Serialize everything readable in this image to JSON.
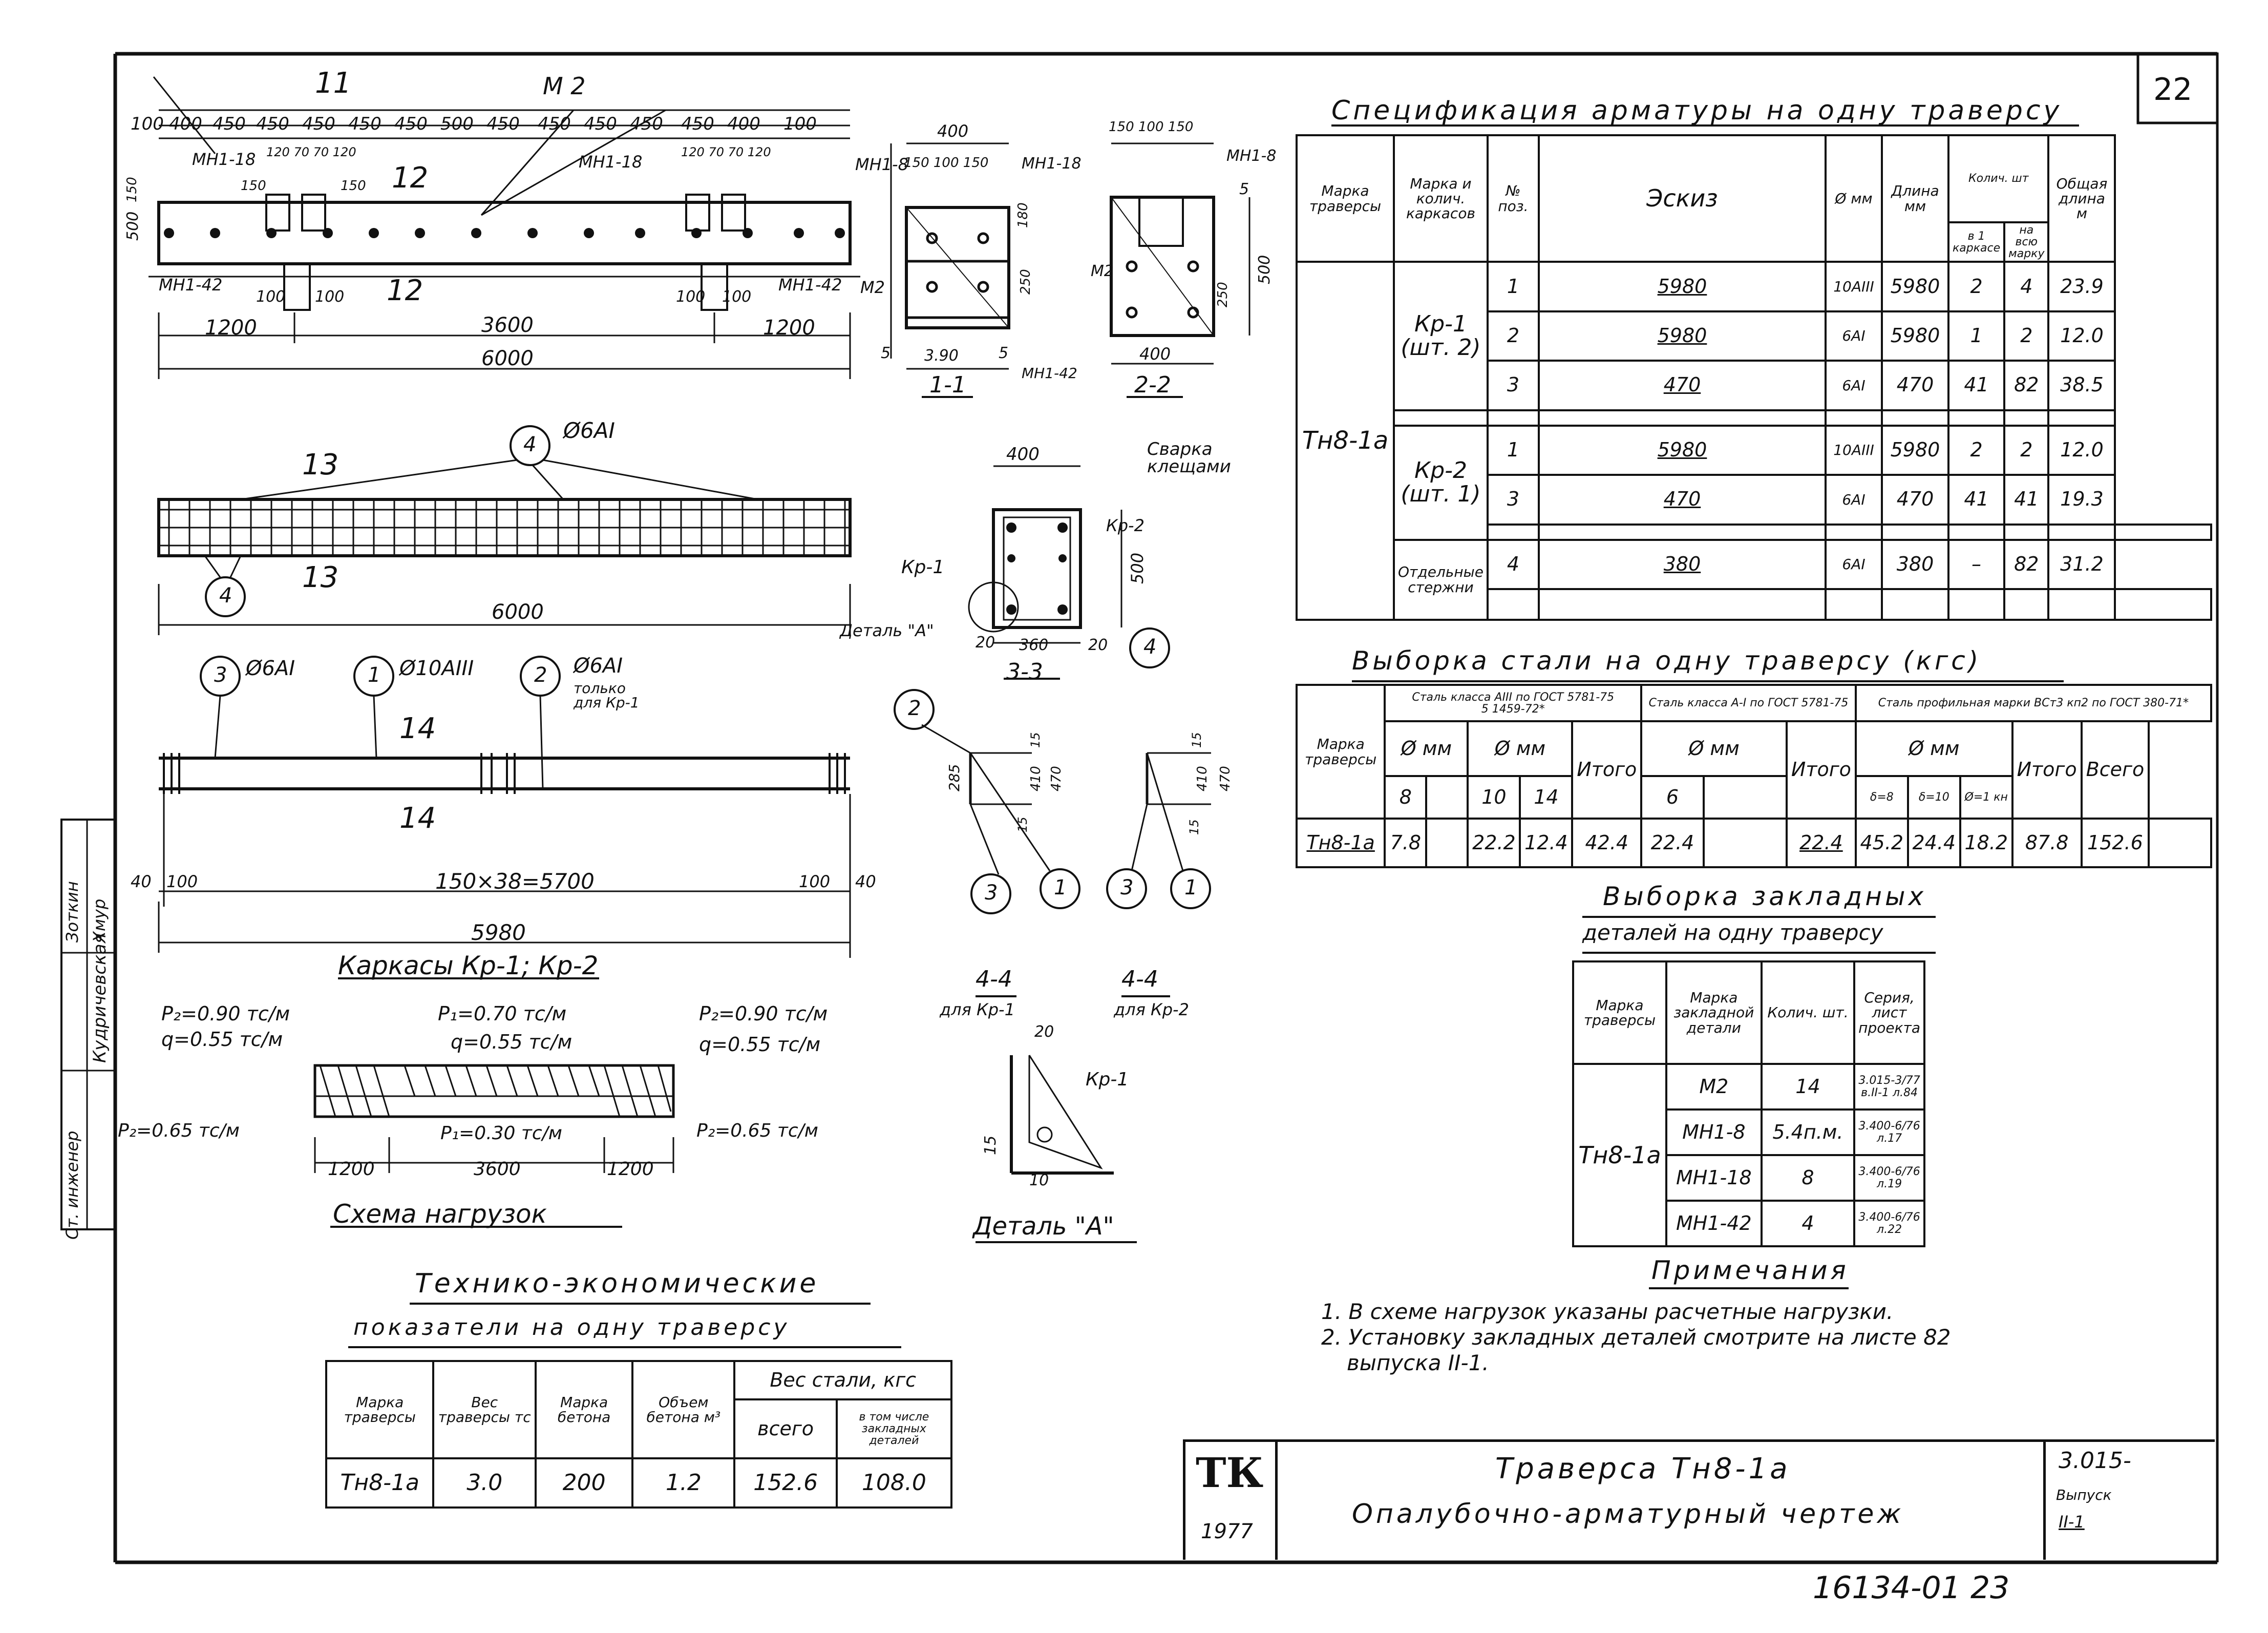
{
  "sheet": {
    "number": "22",
    "footer_code": "16134-01  23",
    "side_stamp": [
      "Ст. инженер",
      "Кудричевская",
      "Зоткин",
      "Хмур"
    ]
  },
  "beam": {
    "dim_top": [
      "100",
      "400",
      "450",
      "450",
      "450",
      "450",
      "450",
      "500",
      "450",
      "450",
      "450",
      "450",
      "450",
      "400",
      "100"
    ],
    "sec_11": "11",
    "sec_12": "12",
    "sec_13": "13",
    "sec_14": "14",
    "m2": "М 2",
    "mh18_a": "МН1-18",
    "mh18_b": "МН1-18",
    "mh8": "МН1-8",
    "mh42_a": "МН1-42",
    "mh42_b": "МН1-42",
    "m2_right": "М2",
    "d150a": "150",
    "d150b": "150",
    "d120": "120 70 70 120",
    "d120b": "120 70 70 120",
    "d100a": "100",
    "d100b": "100",
    "d100c": "100",
    "d100d": "100",
    "d500": "500",
    "d150s": "150",
    "d1200a": "1200",
    "d3600": "3600",
    "d1200b": "1200",
    "d6000": "6000"
  },
  "section11": {
    "title": "1-1",
    "d400": "400",
    "d150": "150 100 150",
    "mh18": "МН1-18",
    "m2": "М2",
    "d180": "180",
    "d250": "250",
    "d5a": "5",
    "d5b": "5",
    "d390": "3.90",
    "mh42": "МН1-42"
  },
  "section22": {
    "title": "2-2",
    "d150": "150 100 150",
    "mh8": "МН1-8",
    "d5": "5",
    "m2": "М2",
    "d500": "500",
    "d250": "250",
    "d400": "400"
  },
  "cage13": {
    "sec": "13",
    "sec_b": "13",
    "pos4": "4",
    "pos4b": "4",
    "rebar": "Ø6АI",
    "length": "6000"
  },
  "section33": {
    "title": "3-3",
    "d400": "400",
    "weld": "Сварка клещами",
    "kp2": "Кр-2",
    "kp1": "Кр-1",
    "detail": "Деталь \"А\"",
    "d500": "500",
    "d20a": "20",
    "d360": "360",
    "d20b": "20",
    "pos4": "4"
  },
  "cage14": {
    "pos3": "3",
    "pos3_label": "Ø6АI",
    "pos1": "1",
    "pos1_label": "Ø10АIII",
    "pos2": "2",
    "pos2_label": "Ø6АI",
    "pos2_note": "только для Кр-1",
    "sec": "14",
    "sec_b": "14",
    "d40a": "40",
    "d100a": "100",
    "d_mid": "150×38=5700",
    "d100b": "100",
    "d40b": "40",
    "length": "5980",
    "title": "Каркасы Кр-1; Кр-2"
  },
  "section44": {
    "left_title": "4-4",
    "left_sub": "для Кр-1",
    "right_title": "4-4",
    "right_sub": "для Кр-2",
    "p2": "2",
    "p3a": "3",
    "p1a": "1",
    "p3b": "3",
    "p1b": "1",
    "d285": "285",
    "d410a": "410",
    "d470a": "470",
    "d15a": "15",
    "d15b": "15",
    "d410b": "410",
    "d470b": "470",
    "d15c": "15",
    "d15d": "15"
  },
  "detailA": {
    "d20": "20",
    "kp1": "Кр-1",
    "d15": "15",
    "d10": "10",
    "title": "Деталь \"А\""
  },
  "loads": {
    "p2_left": "P₂=0.90 тс/м",
    "q_left": "q=0.55 тс/м",
    "p1_top": "P₁=0.70 тс/м",
    "q_mid": "q=0.55 тс/м",
    "p2_right": "P₂=0.90 тс/м",
    "q_right": "q=0.55 тс/м",
    "p2_left_bot": "P₂=0.65 тс/м",
    "p1_bot": "P₁=0.30 тс/м",
    "p2_right_bot": "P₂=0.65 тс/м",
    "d1200a": "1200",
    "d3600": "3600",
    "d1200b": "1200",
    "title": "Схема нагрузок"
  },
  "spec": {
    "title": "Спецификация арматуры на одну траверсу",
    "headers": [
      "Марка траверсы",
      "Марка и колич. каркасов",
      "№ поз.",
      "Эскиз",
      "Ø мм",
      "Длина мм",
      "Колич. шт",
      "Общая длина м"
    ],
    "qty_sub": [
      "в 1 каркасе",
      "на всю марку"
    ],
    "mark": "Тн8-1а",
    "cage1": "Кр-1 (шт. 2)",
    "cage2": "Кр-2 (шт. 1)",
    "cage3": "Отдельные стержни",
    "rows": [
      {
        "pos": "1",
        "sketch": "5980",
        "dia": "10АIII",
        "len": "5980",
        "q1": "2",
        "q2": "4",
        "total": "23.9"
      },
      {
        "pos": "2",
        "sketch": "5980",
        "dia": "6АI",
        "len": "5980",
        "q1": "1",
        "q2": "2",
        "total": "12.0"
      },
      {
        "pos": "3",
        "sketch": "470",
        "dia": "6АI",
        "len": "470",
        "q1": "41",
        "q2": "82",
        "total": "38.5"
      },
      {
        "pos": "1",
        "sketch": "5980",
        "dia": "10АIII",
        "len": "5980",
        "q1": "2",
        "q2": "2",
        "total": "12.0"
      },
      {
        "pos": "3",
        "sketch": "470",
        "dia": "6АI",
        "len": "470",
        "q1": "41",
        "q2": "41",
        "total": "19.3"
      },
      {
        "pos": "4",
        "sketch": "380",
        "dia": "6АI",
        "len": "380",
        "q1": "–",
        "q2": "82",
        "total": "31.2"
      }
    ]
  },
  "steel": {
    "title": "Выборка стали на одну траверсу (кгс)",
    "col_mark": "Марка траверсы",
    "g1": "Сталь класса АIII по ГОСТ 5781-75",
    "g2": "5 1459-72*",
    "g3": "Сталь класса А-I по ГОСТ 5781-75",
    "g4": "Сталь профильная марки ВСт3 кп2 по ГОСТ 380-71*",
    "dmm": "Ø мм",
    "total": "Итого",
    "grand": "Всего",
    "sub": [
      "8",
      "10",
      "14",
      "6",
      "δ=8",
      "δ=10",
      "Ø=1 кн"
    ],
    "mark": "Тн8-1а",
    "values": [
      "7.8",
      "",
      "22.2",
      "12.4",
      "42.4",
      "22.4",
      "22.4",
      "45.2",
      "24.4",
      "18.2",
      "87.8",
      "152.6"
    ]
  },
  "embedded": {
    "title1": "Выборка закладных",
    "title2": "деталей на одну траверсу",
    "headers": [
      "Марка траверсы",
      "Марка закладной детали",
      "Колич. шт.",
      "Серия, лист проекта"
    ],
    "mark": "Тн8-1а",
    "rows": [
      {
        "name": "М2",
        "qty": "14",
        "series": "3.015-3/77 в.II-1 л.84"
      },
      {
        "name": "МН1-8",
        "qty": "5.4п.м.",
        "series": "3.400-6/76 л.17"
      },
      {
        "name": "МН1-18",
        "qty": "8",
        "series": "3.400-6/76 л.19"
      },
      {
        "name": "МН1-42",
        "qty": "4",
        "series": "3.400-6/76 л.22"
      }
    ]
  },
  "notes": {
    "title": "Примечания",
    "items": [
      "1. В схеме нагрузок указаны расчетные нагрузки.",
      "2. Установку закладных деталей смотрите на листе 82",
      "выпуска II-1."
    ]
  },
  "tech": {
    "title1": "Технико-экономические",
    "title2": "показатели на одну траверсу",
    "headers": [
      "Марка траверсы",
      "Вес траверсы тс",
      "Марка бетона",
      "Объем бетона м³",
      "Вес стали, кгс",
      "всего",
      "в том числе закладных деталей"
    ],
    "row": [
      "Тн8-1а",
      "3.0",
      "200",
      "1.2",
      "152.6",
      "108.0"
    ]
  },
  "titleblock": {
    "logo": "ТК",
    "year": "1977",
    "name1": "Траверса Тн8-1а",
    "name2": "Опалубочно-арматурный чертеж",
    "series": "3.015-",
    "vyp": "Выпуск",
    "vyp_no": "II-1"
  }
}
